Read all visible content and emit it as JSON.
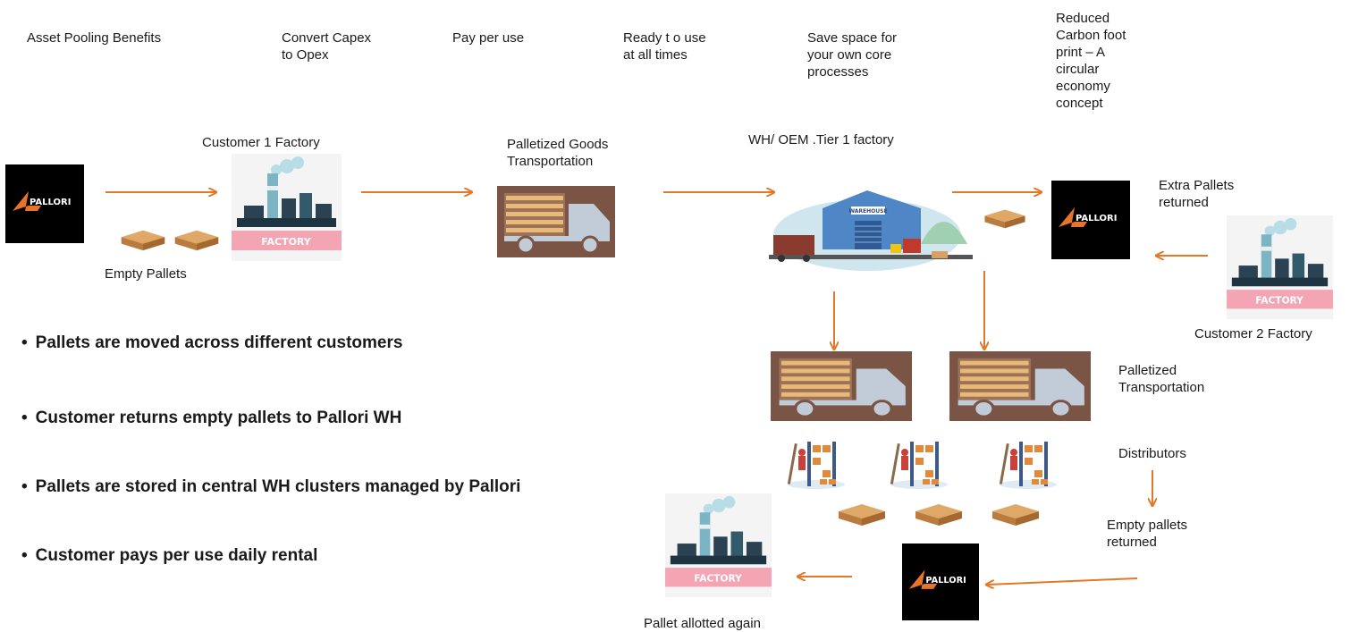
{
  "benefits": {
    "title": "Asset Pooling Benefits",
    "items": [
      "Convert Capex\nto Opex",
      "Pay per use",
      "Ready t o use\nat all times",
      "Save space for\nyour own core\nprocesses",
      "Reduced\nCarbon foot\nprint – A\ncircular\neconomy\nconcept"
    ]
  },
  "labels": {
    "customer1": "Customer 1 Factory",
    "empty_pallets": "Empty Pallets",
    "palletized_goods": "Palletized Goods\nTransportation",
    "wh_oem": "WH/ OEM .Tier 1 factory",
    "extra_returned": "Extra Pallets\nreturned",
    "customer2": "Customer 2 Factory",
    "palletized_transport": "Palletized\nTransportation",
    "distributors": "Distributors",
    "empty_returned": "Empty pallets\nreturned",
    "allotted_again": "Pallet allotted again"
  },
  "logo_text": "PALLORI",
  "factory_sign": "FACTORY",
  "warehouse_sign": "WAREHOUSE",
  "bullets": [
    "Pallets are moved across different customers",
    "Customer returns empty pallets to Pallori WH",
    "Pallets are stored in central WH clusters managed by Pallori",
    "Customer pays per use daily rental"
  ],
  "colors": {
    "arrow": "#e4782a",
    "logo_bg": "#000000",
    "logo_accent": "#e8742a",
    "banner": "#f3a5b4"
  }
}
